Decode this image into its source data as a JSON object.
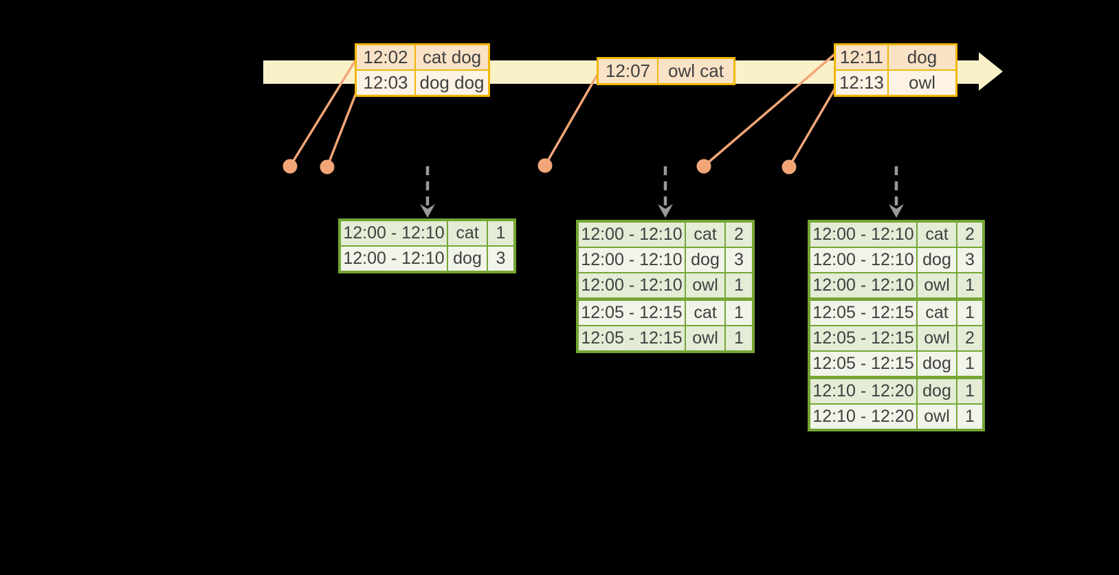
{
  "diagram_title": "windowed-grouped-aggregation-stream",
  "colors": {
    "bg": "#000000",
    "band": "#FBF1C9",
    "gold": "#F2B705",
    "event_dark": "#F9E2C6",
    "event_light": "#FCF3E5",
    "salmon": "#F2A678",
    "gray": "#9A9A9A",
    "green": "#75A634",
    "result_dark": "#E4ECD6",
    "result_light": "#F0F4E9",
    "text": "#404040"
  },
  "timeline": {
    "shape": "right-arrow-band",
    "events_dots": 5,
    "trigger_arrows": 3
  },
  "event_tables": [
    {
      "rows": [
        {
          "time": "12:02",
          "words": "cat dog"
        },
        {
          "time": "12:03",
          "words": "dog dog"
        }
      ]
    },
    {
      "rows": [
        {
          "time": "12:07",
          "words": "owl cat"
        }
      ]
    },
    {
      "rows": [
        {
          "time": "12:11",
          "words": "dog"
        },
        {
          "time": "12:13",
          "words": "owl"
        }
      ]
    }
  ],
  "result_tables": [
    {
      "rows": [
        {
          "window": "12:00 - 12:10",
          "word": "cat",
          "count": "1"
        },
        {
          "window": "12:00 - 12:10",
          "word": "dog",
          "count": "3"
        }
      ],
      "group_breaks": []
    },
    {
      "rows": [
        {
          "window": "12:00 - 12:10",
          "word": "cat",
          "count": "2"
        },
        {
          "window": "12:00 - 12:10",
          "word": "dog",
          "count": "3"
        },
        {
          "window": "12:00 - 12:10",
          "word": "owl",
          "count": "1"
        },
        {
          "window": "12:05 - 12:15",
          "word": "cat",
          "count": "1"
        },
        {
          "window": "12:05 - 12:15",
          "word": "owl",
          "count": "1"
        }
      ],
      "group_breaks": [
        3
      ]
    },
    {
      "rows": [
        {
          "window": "12:00 - 12:10",
          "word": "cat",
          "count": "2"
        },
        {
          "window": "12:00 - 12:10",
          "word": "dog",
          "count": "3"
        },
        {
          "window": "12:00 - 12:10",
          "word": "owl",
          "count": "1"
        },
        {
          "window": "12:05 - 12:15",
          "word": "cat",
          "count": "1"
        },
        {
          "window": "12:05 - 12:15",
          "word": "owl",
          "count": "2"
        },
        {
          "window": "12:05 - 12:15",
          "word": "dog",
          "count": "1"
        },
        {
          "window": "12:10 - 12:20",
          "word": "dog",
          "count": "1"
        },
        {
          "window": "12:10 - 12:20",
          "word": "owl",
          "count": "1"
        }
      ],
      "group_breaks": [
        3,
        6
      ]
    }
  ]
}
